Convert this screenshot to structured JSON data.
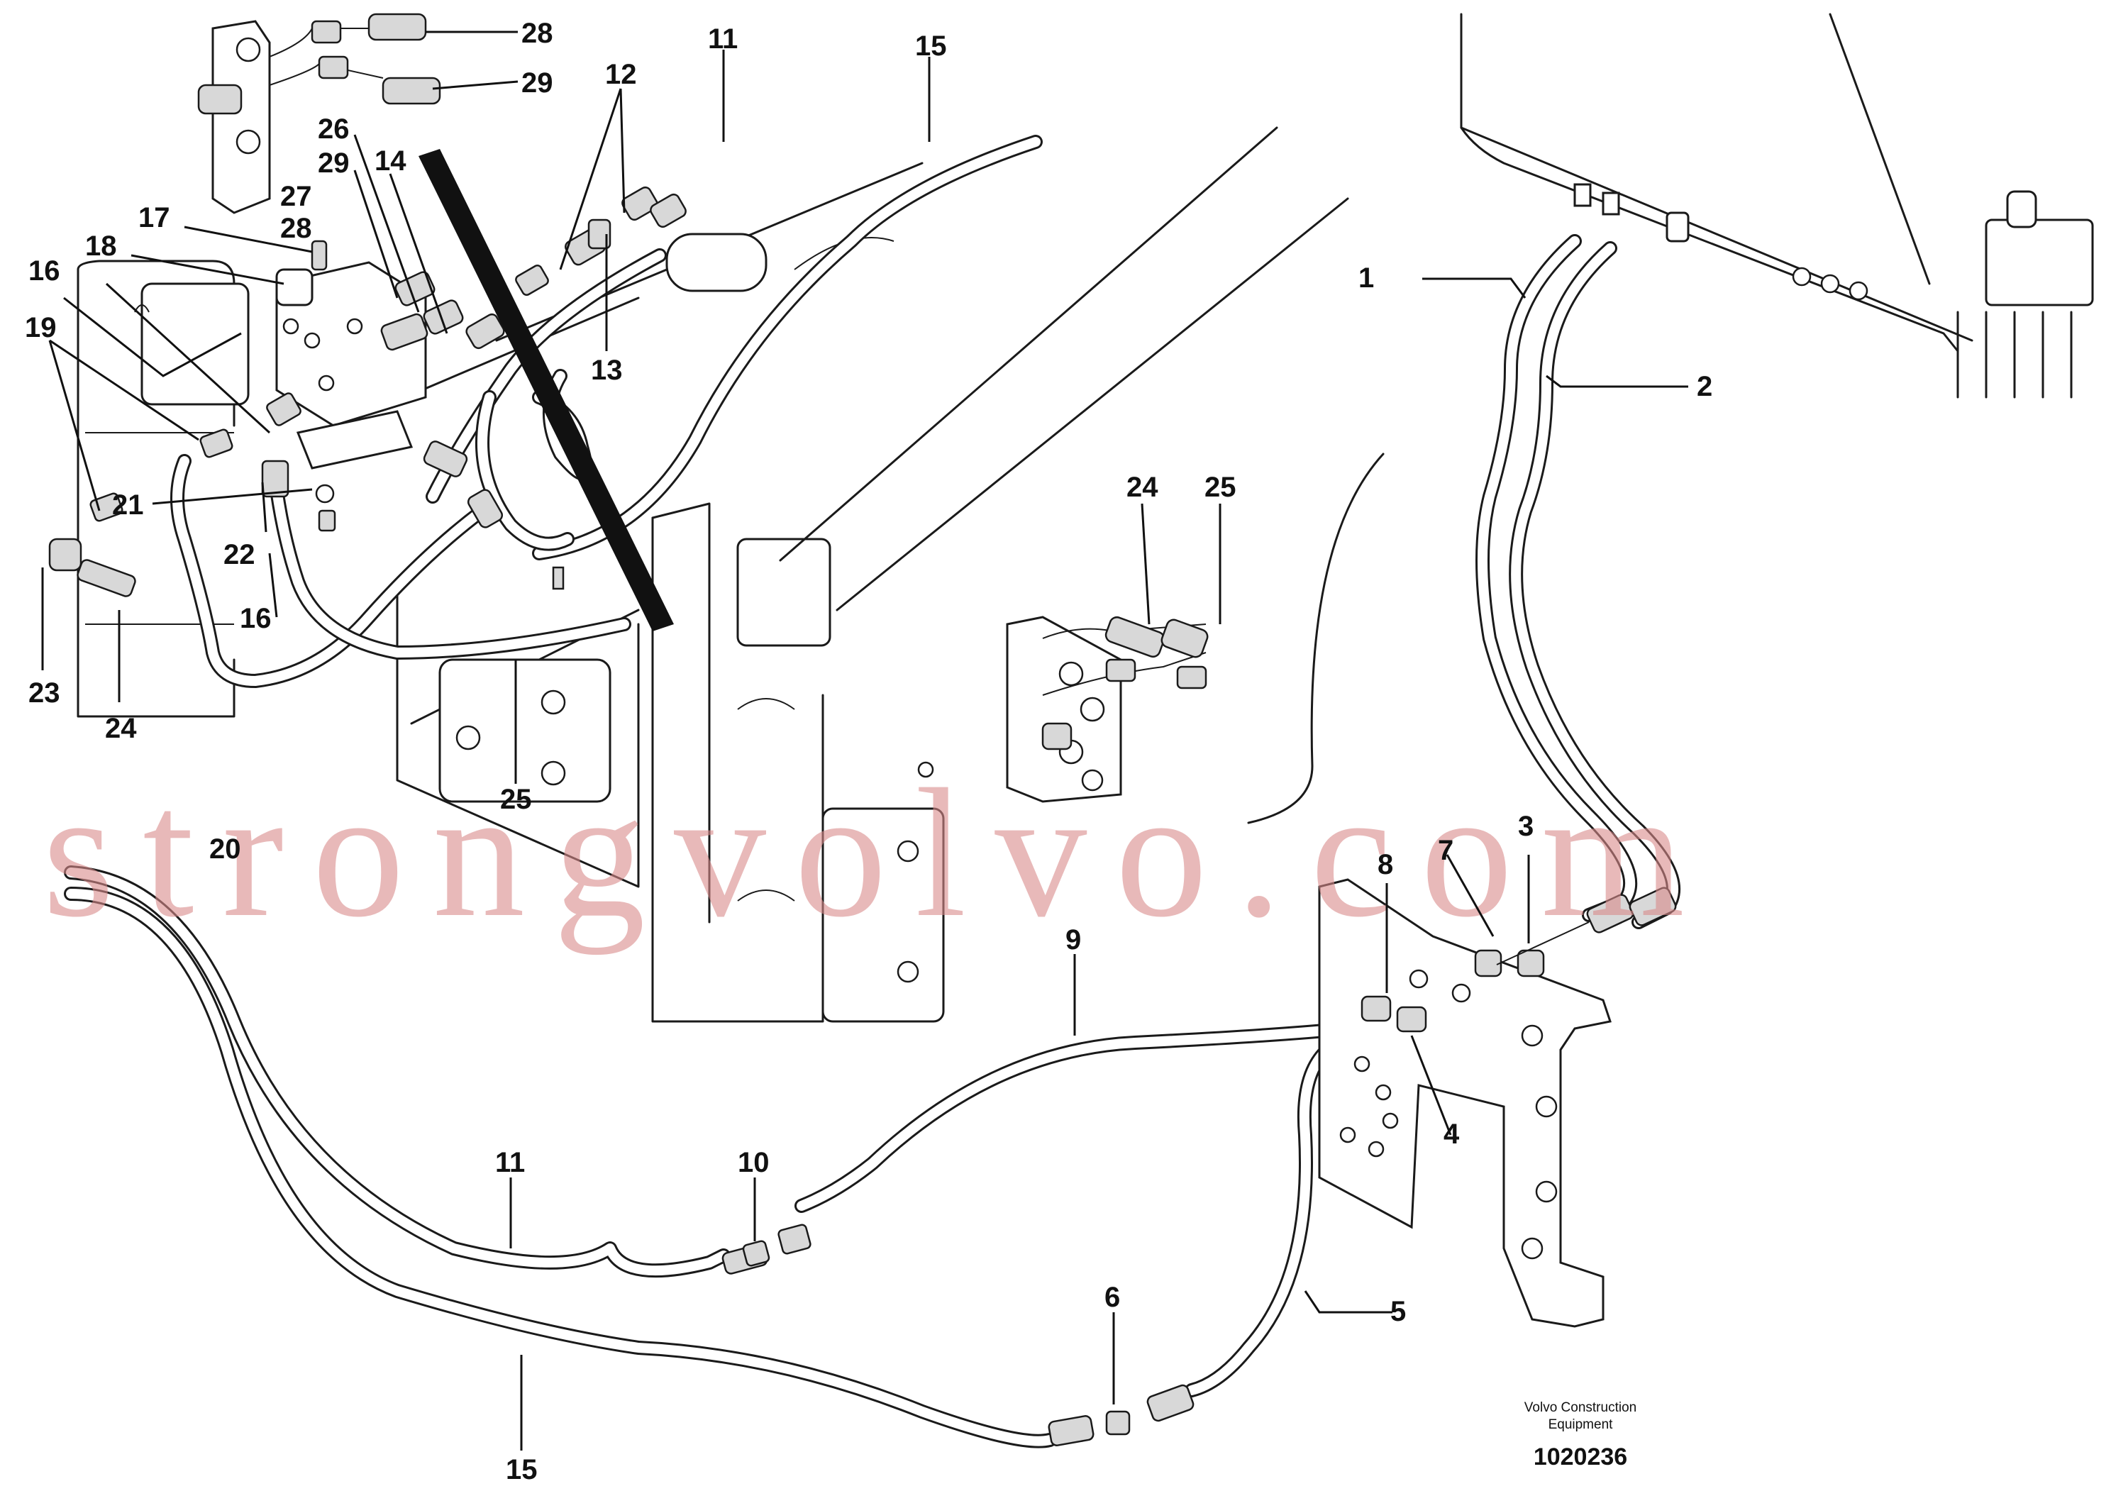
{
  "callouts": [
    "1",
    "2",
    "3",
    "4",
    "5",
    "6",
    "7",
    "8",
    "9",
    "10",
    "11",
    "11",
    "12",
    "13",
    "14",
    "15",
    "15",
    "16",
    "16",
    "17",
    "18",
    "19",
    "20",
    "21",
    "22",
    "23",
    "24",
    "24",
    "25",
    "25",
    "26",
    "27",
    "28",
    "28",
    "29",
    "29"
  ],
  "footer": {
    "company": "Volvo Construction",
    "company_line2": "Equipment",
    "doc_number": "1020236"
  },
  "watermark": "strongvolvo.com"
}
